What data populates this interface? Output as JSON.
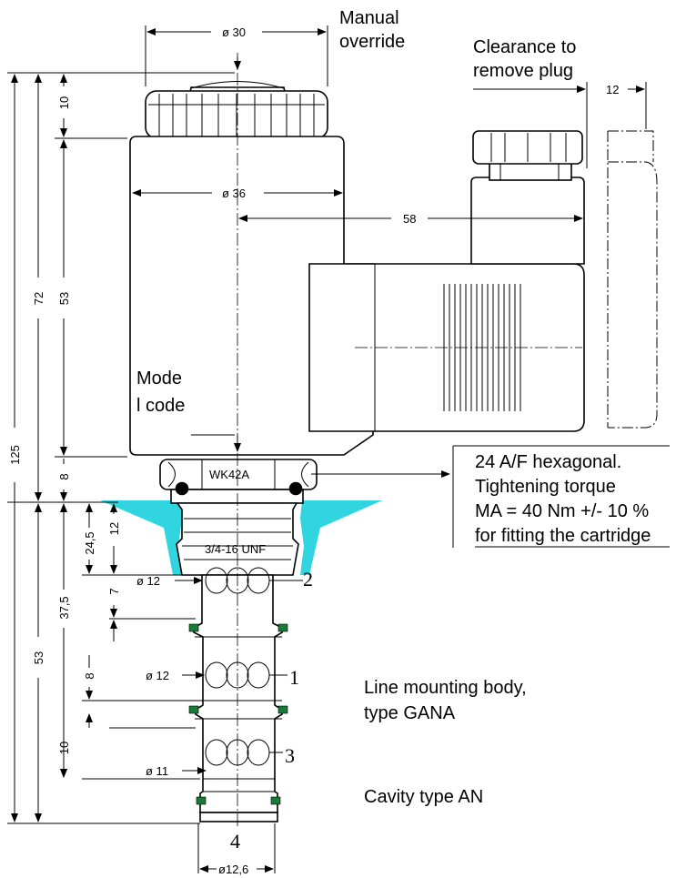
{
  "labels": {
    "manual_override_1": "Manual",
    "manual_override_2": "override",
    "clearance_1": "Clearance to",
    "clearance_2": "remove plug",
    "model_code_1": "Mode",
    "model_code_2": "l code",
    "hex_note_1": "24 A/F hexagonal.",
    "hex_note_2": "Tightening torque",
    "hex_note_3": "MA = 40 Nm +/- 10 %",
    "hex_note_4": "for fitting the cartridge",
    "line_body_1": "Line mounting body,",
    "line_body_2": "type GANA",
    "cavity": "Cavity type AN",
    "hex_marking": "WK42A",
    "thread": "3/4-16 UNF"
  },
  "dimensions": {
    "d30": "ø 30",
    "d36": "ø 36",
    "d58": "58",
    "d12_clear": "12",
    "h10_top": "10",
    "h53_coil": "53",
    "h72": "72",
    "h125": "125",
    "h8_hex": "8",
    "h53_cartridge": "53",
    "h37_5": "37,5",
    "h24_5": "24,5",
    "h12_thread": "12",
    "h7": "7",
    "h8_port1": "8",
    "h10_port3": "10",
    "d12_port2": "ø 12",
    "d12_port1": "ø 12",
    "d11_port3": "ø 11",
    "d12_6": "ø12,6"
  },
  "ports": {
    "p1": "1",
    "p2": "2",
    "p3": "3",
    "p4": "4"
  },
  "colors": {
    "cavity_fill": "#30d5e0",
    "seal_fill": "#1a7a3a"
  }
}
